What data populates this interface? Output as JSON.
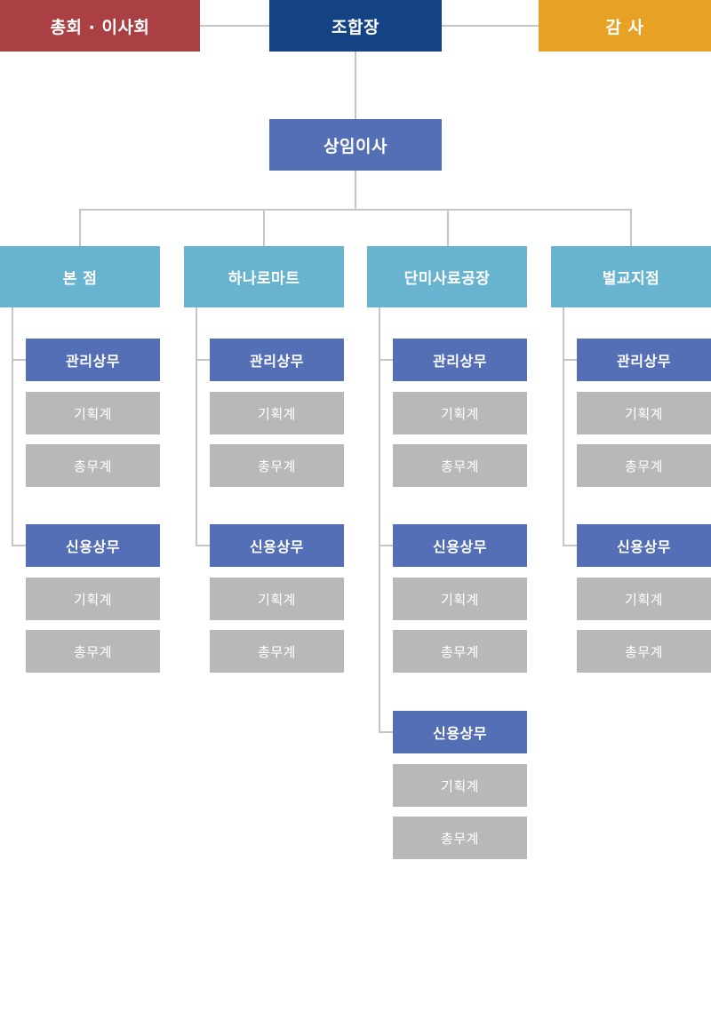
{
  "title": "조합 조직도",
  "colors": {
    "assembly": "#AA4044",
    "chairman": "#134383",
    "auditor": "#E7A124",
    "executive": "#546FB5",
    "department": "#68B4D0",
    "manager": "#546FB5",
    "team": "#B8B8B8",
    "line": "#C6C6C6",
    "text": "#FFFFFF",
    "background": "#FFFFFF"
  },
  "top": {
    "assembly": {
      "label": "총회 · 이사회"
    },
    "chairman": {
      "label": "조합장"
    },
    "auditor": {
      "label": "감 사"
    }
  },
  "executive": {
    "label": "상임이사"
  },
  "departments": [
    {
      "label": "본 점",
      "groups": [
        {
          "manager": "관리상무",
          "teams": [
            "기획계",
            "총무계"
          ]
        },
        {
          "manager": "신용상무",
          "teams": [
            "기획계",
            "총무계"
          ]
        }
      ]
    },
    {
      "label": "하나로마트",
      "groups": [
        {
          "manager": "관리상무",
          "teams": [
            "기획계",
            "총무계"
          ]
        },
        {
          "manager": "신용상무",
          "teams": [
            "기획계",
            "총무계"
          ]
        }
      ]
    },
    {
      "label": "단미사료공장",
      "groups": [
        {
          "manager": "관리상무",
          "teams": [
            "기획계",
            "총무계"
          ]
        },
        {
          "manager": "신용상무",
          "teams": [
            "기획계",
            "총무계"
          ]
        },
        {
          "manager": "신용상무",
          "teams": [
            "기획계",
            "총무계"
          ]
        }
      ]
    },
    {
      "label": "벌교지점",
      "groups": [
        {
          "manager": "관리상무",
          "teams": [
            "기획계",
            "총무계"
          ]
        },
        {
          "manager": "신용상무",
          "teams": [
            "기획계",
            "총무계"
          ]
        }
      ]
    }
  ]
}
